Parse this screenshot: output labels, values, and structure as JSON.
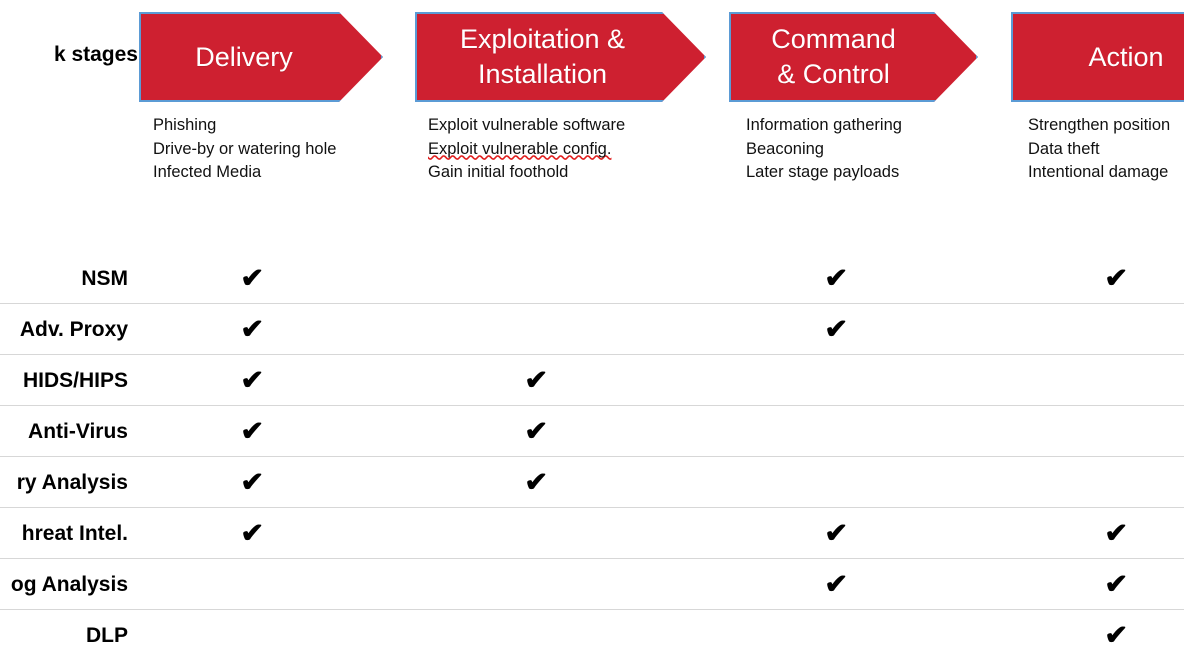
{
  "header": {
    "stages_label": "k stages",
    "stages_label_full": "Attack stages"
  },
  "stages": [
    {
      "name": "Delivery",
      "bullets": [
        {
          "text": "Phishing",
          "misspelled": false
        },
        {
          "text": "Drive-by or watering hole",
          "misspelled": false
        },
        {
          "text": "Infected Media",
          "misspelled": false
        }
      ]
    },
    {
      "name": "Exploitation &\nInstallation",
      "line1": "Exploitation &",
      "line2": "Installation",
      "bullets": [
        {
          "text": "Exploit vulnerable software",
          "misspelled": false
        },
        {
          "text": "Exploit vulnerable config.",
          "misspelled": true
        },
        {
          "text": "Gain initial foothold",
          "misspelled": false
        }
      ]
    },
    {
      "name": "Command\n& Control",
      "line1": "Command",
      "line2": "& Control",
      "bullets": [
        {
          "text": "Information gathering",
          "misspelled": false
        },
        {
          "text": "Beaconing",
          "misspelled": false
        },
        {
          "text": "Later stage payloads",
          "misspelled": false
        }
      ]
    },
    {
      "name": "Action",
      "bullets": [
        {
          "text": "Strengthen position",
          "misspelled": false
        },
        {
          "text": "Data theft",
          "misspelled": false
        },
        {
          "text": "Intentional damage",
          "misspelled": false
        }
      ]
    }
  ],
  "matrix": {
    "check_glyph": "✔",
    "columns": [
      "Delivery",
      "Exploitation & Installation",
      "Command & Control",
      "Action"
    ],
    "rows": [
      {
        "label": "NSM",
        "label_full": "NSM",
        "checks": [
          true,
          false,
          true,
          true
        ]
      },
      {
        "label": "Adv. Proxy",
        "label_full": "Adv. Proxy",
        "checks": [
          true,
          false,
          true,
          false
        ]
      },
      {
        "label": "HIDS/HIPS",
        "label_full": "HIDS/HIPS",
        "checks": [
          true,
          true,
          false,
          false
        ]
      },
      {
        "label": "Anti-Virus",
        "label_full": "Anti-Virus",
        "checks": [
          true,
          true,
          false,
          false
        ]
      },
      {
        "label": "ry Analysis",
        "label_full": "Memory Analysis",
        "checks": [
          true,
          true,
          false,
          false
        ]
      },
      {
        "label": "hreat Intel.",
        "label_full": "Threat Intel.",
        "checks": [
          true,
          false,
          true,
          true
        ]
      },
      {
        "label": "og Analysis",
        "label_full": "Log Analysis",
        "checks": [
          false,
          false,
          true,
          true
        ]
      },
      {
        "label": "DLP",
        "label_full": "DLP",
        "checks": [
          false,
          false,
          false,
          true
        ]
      }
    ]
  },
  "colors": {
    "arrow_fill": "#CE2030",
    "arrow_border": "#5B9BD5",
    "arrow_text": "#FFFFFF",
    "row_divider": "#D7D7D7",
    "text": "#000000",
    "spellcheck_underline": "#E02020",
    "background": "#FFFFFF"
  }
}
